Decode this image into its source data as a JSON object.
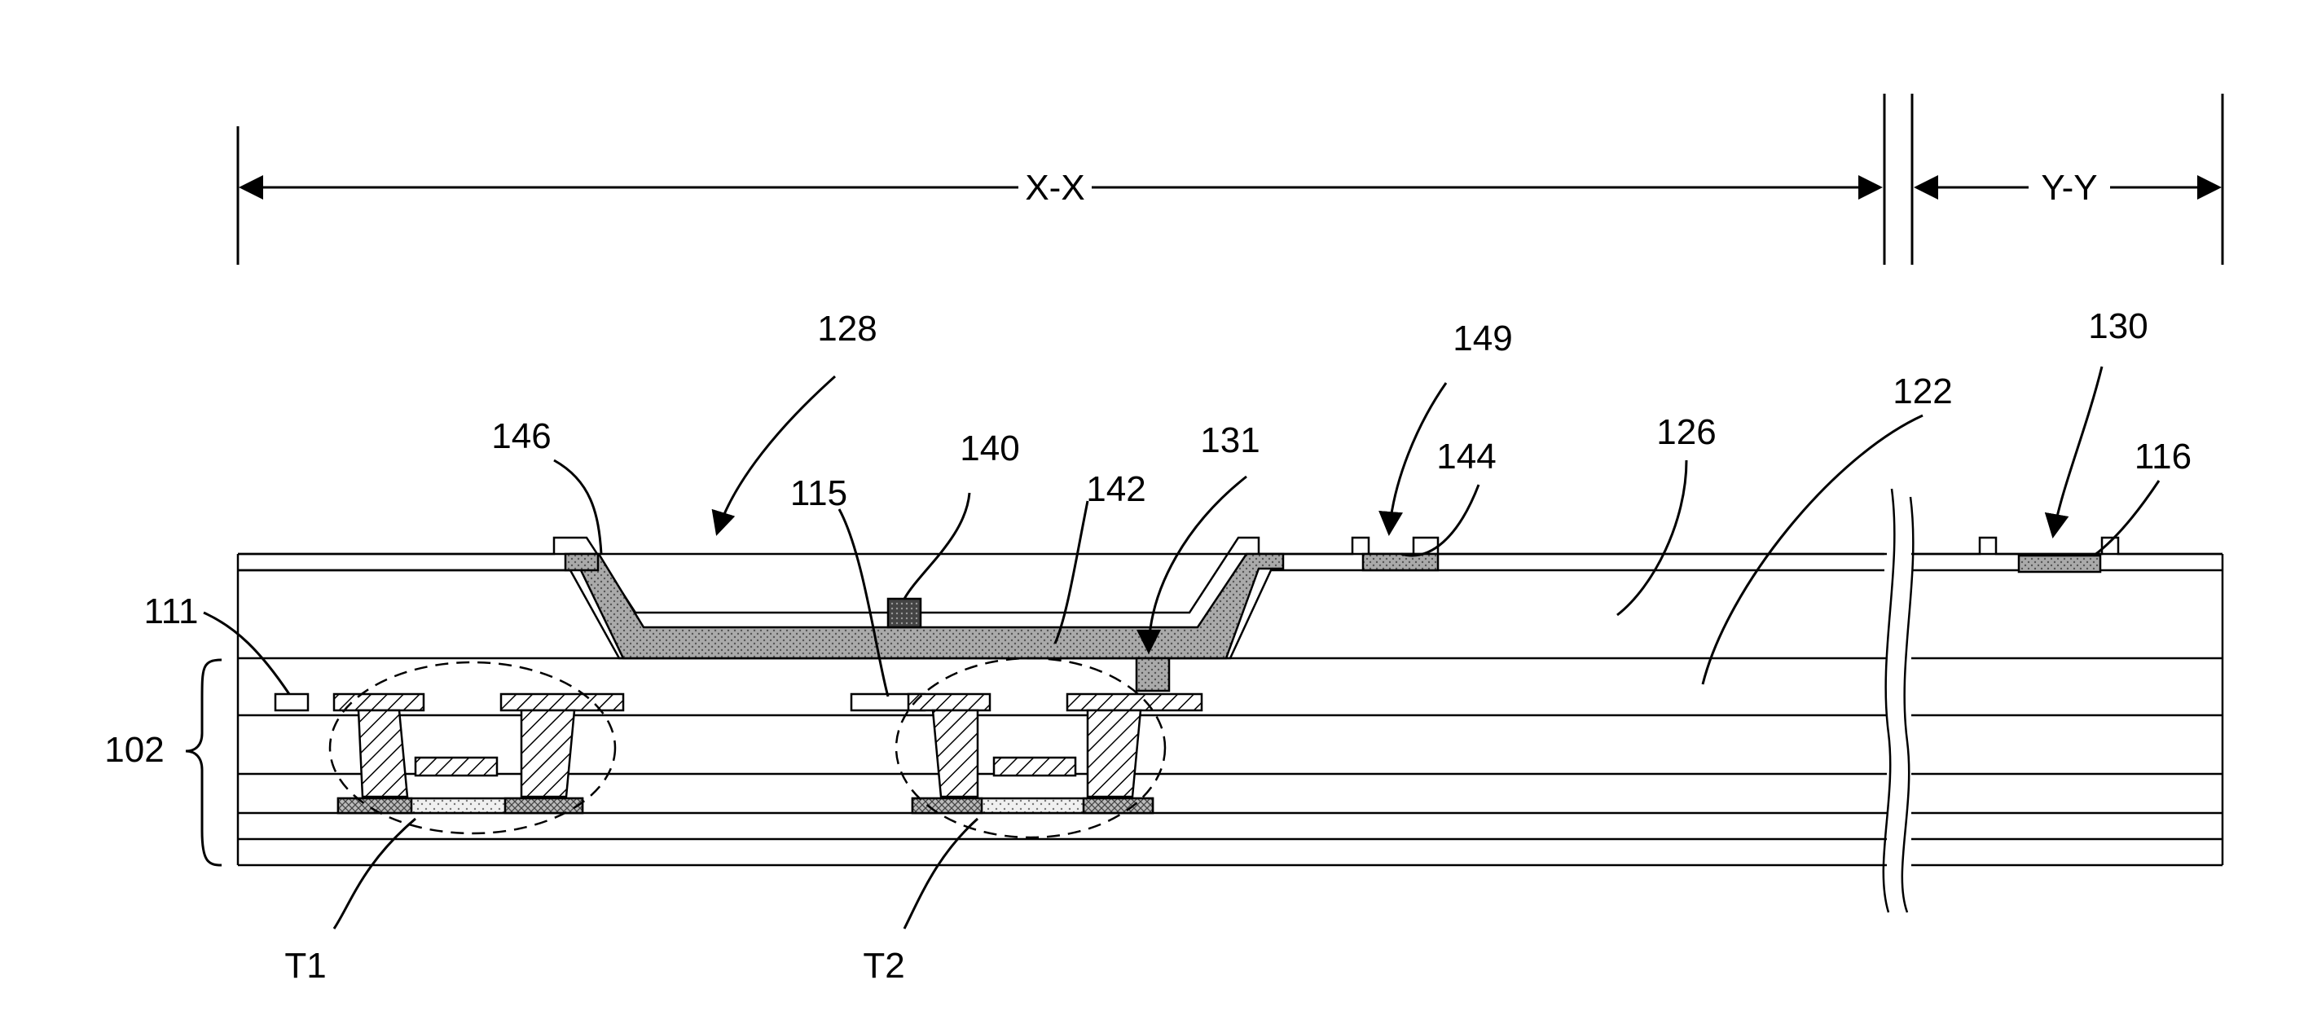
{
  "dimensions": {
    "xx": "X-X",
    "yy": "Y-Y"
  },
  "labels": {
    "ref_128": "128",
    "ref_149": "149",
    "ref_130": "130",
    "ref_122": "122",
    "ref_126": "126",
    "ref_146": "146",
    "ref_140": "140",
    "ref_131": "131",
    "ref_144": "144",
    "ref_116": "116",
    "ref_115": "115",
    "ref_142": "142",
    "ref_111": "111",
    "ref_102": "102",
    "ref_t1": "T1",
    "ref_t2": "T2"
  },
  "colors": {
    "line": "#000000",
    "dark_fill": "#8c8c8c",
    "darker_fill": "#5a5a5a",
    "background": "#ffffff"
  }
}
